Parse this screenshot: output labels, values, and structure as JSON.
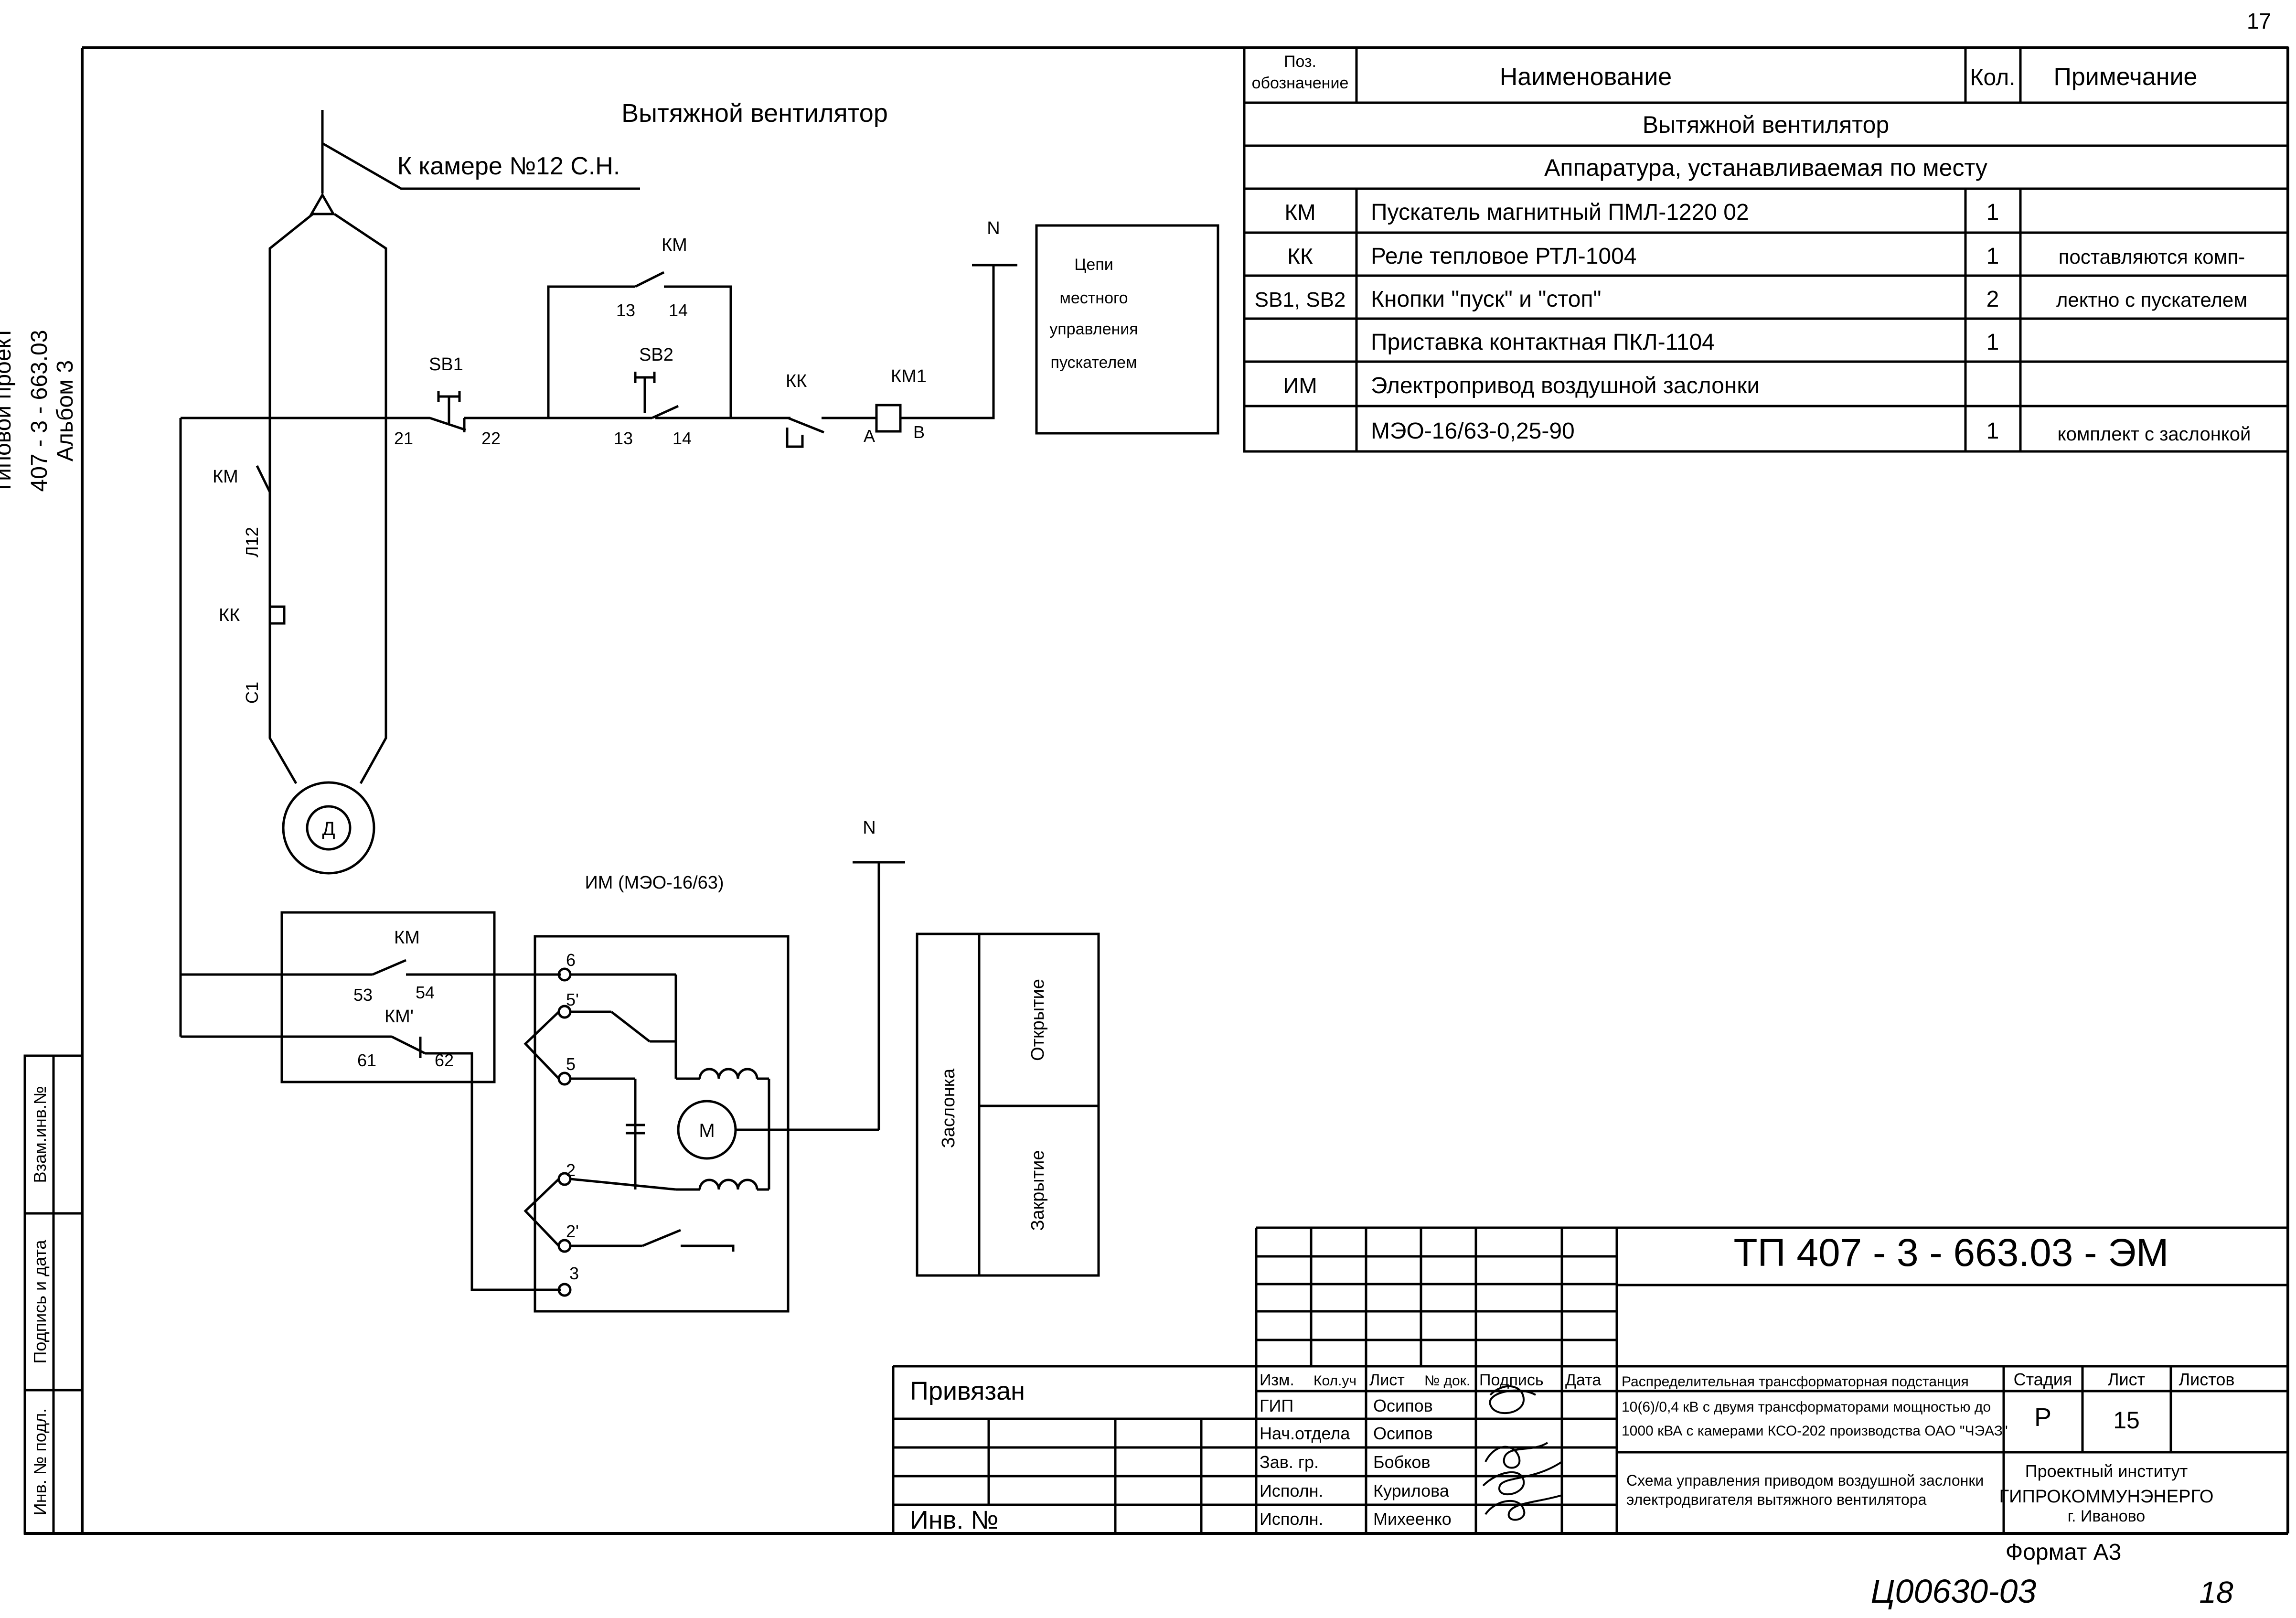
{
  "page_number": "17",
  "side_stamp": {
    "project_line1": "Типовой проект",
    "project_line2": "407 - 3 - 663.03",
    "project_line3": "Альбом 3",
    "vzam_inv": "Взам.инв.№",
    "podpis_data": "Подпись и дата",
    "inv_podl": "Инв. № подл."
  },
  "diagram": {
    "title": "Вытяжной вентилятор",
    "camera_note": "К камере №12 С.Н.",
    "labels": {
      "km_top": "КМ",
      "t13": "13",
      "t14": "14",
      "sb1": "SB1",
      "sb2": "SB2",
      "n21": "21",
      "n22": "22",
      "b13": "13",
      "b14": "14",
      "kk_top": "КК",
      "km1": "КМ1",
      "a": "А",
      "b": "В",
      "n_top": "N",
      "km_left": "КМ",
      "l12": "Л12",
      "kk_left": "КК",
      "c1": "С1",
      "motor": "Д",
      "im_title": "ИМ (МЭО-16/63)",
      "n_bottom": "N",
      "km_53": "КМ",
      "c53": "53",
      "c54": "54",
      "km_prime": "КМ'",
      "c61": "61",
      "c62": "62",
      "tb6": "6",
      "tb5p": "5'",
      "tb5": "5",
      "tb2": "2",
      "tb2p": "2'",
      "tb3": "3",
      "im_motor": "М"
    },
    "local_box": {
      "line1": "Цепи",
      "line2": "местного",
      "line3": "управления",
      "line4": "пускателем"
    },
    "damper": {
      "label": "Заслонка",
      "open": "Открытие",
      "close": "Закрытие"
    }
  },
  "spec_table": {
    "headers": {
      "pos_line1": "Поз.",
      "pos_line2": "обозначение",
      "name": "Наименование",
      "qty": "Кол.",
      "note": "Примечание"
    },
    "section_title": "Вытяжной вентилятор",
    "subsection_title": "Аппаратура, устанавливаемая по месту",
    "rows": [
      {
        "pos": "КМ",
        "name": "Пускатель магнитный ПМЛ-1220 02",
        "qty": "1",
        "note": ""
      },
      {
        "pos": "КК",
        "name": "Реле тепловое РТЛ-1004",
        "qty": "1",
        "note": "поставляются комп-"
      },
      {
        "pos": "SB1, SB2",
        "name": "Кнопки \"пуск\" и \"стоп\"",
        "qty": "2",
        "note": "лектно с пускателем"
      },
      {
        "pos": "",
        "name": "Приставка контактная ПКЛ-1104",
        "qty": "1",
        "note": ""
      },
      {
        "pos": "ИМ",
        "name": "Электропривод воздушной заслонки",
        "qty": "",
        "note": ""
      },
      {
        "pos": "",
        "name": "МЭО-16/63-0,25-90",
        "qty": "1",
        "note": "комплект с заслонкой"
      }
    ]
  },
  "title_block": {
    "doc_code": "ТП  407 - 3 - 663.03 - ЭМ",
    "privyazan": "Привязан",
    "inv_no": "Инв. №",
    "headers": [
      "Изм.",
      "Кол.уч",
      "Лист",
      "№ док.",
      "Подпись",
      "Дата"
    ],
    "people": [
      {
        "role": "ГИП",
        "name": "Осипов"
      },
      {
        "role": "Нач.отдела",
        "name": "Осипов"
      },
      {
        "role": "Зав. гр.",
        "name": "Бобков"
      },
      {
        "role": "Исполн.",
        "name": "Курилова"
      },
      {
        "role": "Исполн.",
        "name": "Михеенко"
      }
    ],
    "project_desc_line1": "Распределительная трансформаторная подстанция",
    "project_desc_line2": "10(6)/0,4 кВ с двумя трансформаторами мощностью до",
    "project_desc_line3": "1000 кВА с камерами КСО-202 производства ОАО \"ЧЭАЗ\"",
    "sheet_desc_line1": "Схема управления приводом воздушной заслонки",
    "sheet_desc_line2": "электродвигателя вытяжного вентилятора",
    "stadia_label": "Стадия",
    "list_label": "Лист",
    "listov_label": "Листов",
    "stadia": "Р",
    "list": "15",
    "listov": "",
    "institute_line1": "Проектный институт",
    "institute_line2": "ГИПРОКОММУНЭНЕРГО",
    "institute_line3": "г. Иваново"
  },
  "format": "Формат А3",
  "handwritten_code": "Ц00630-03",
  "handwritten_page": "18"
}
